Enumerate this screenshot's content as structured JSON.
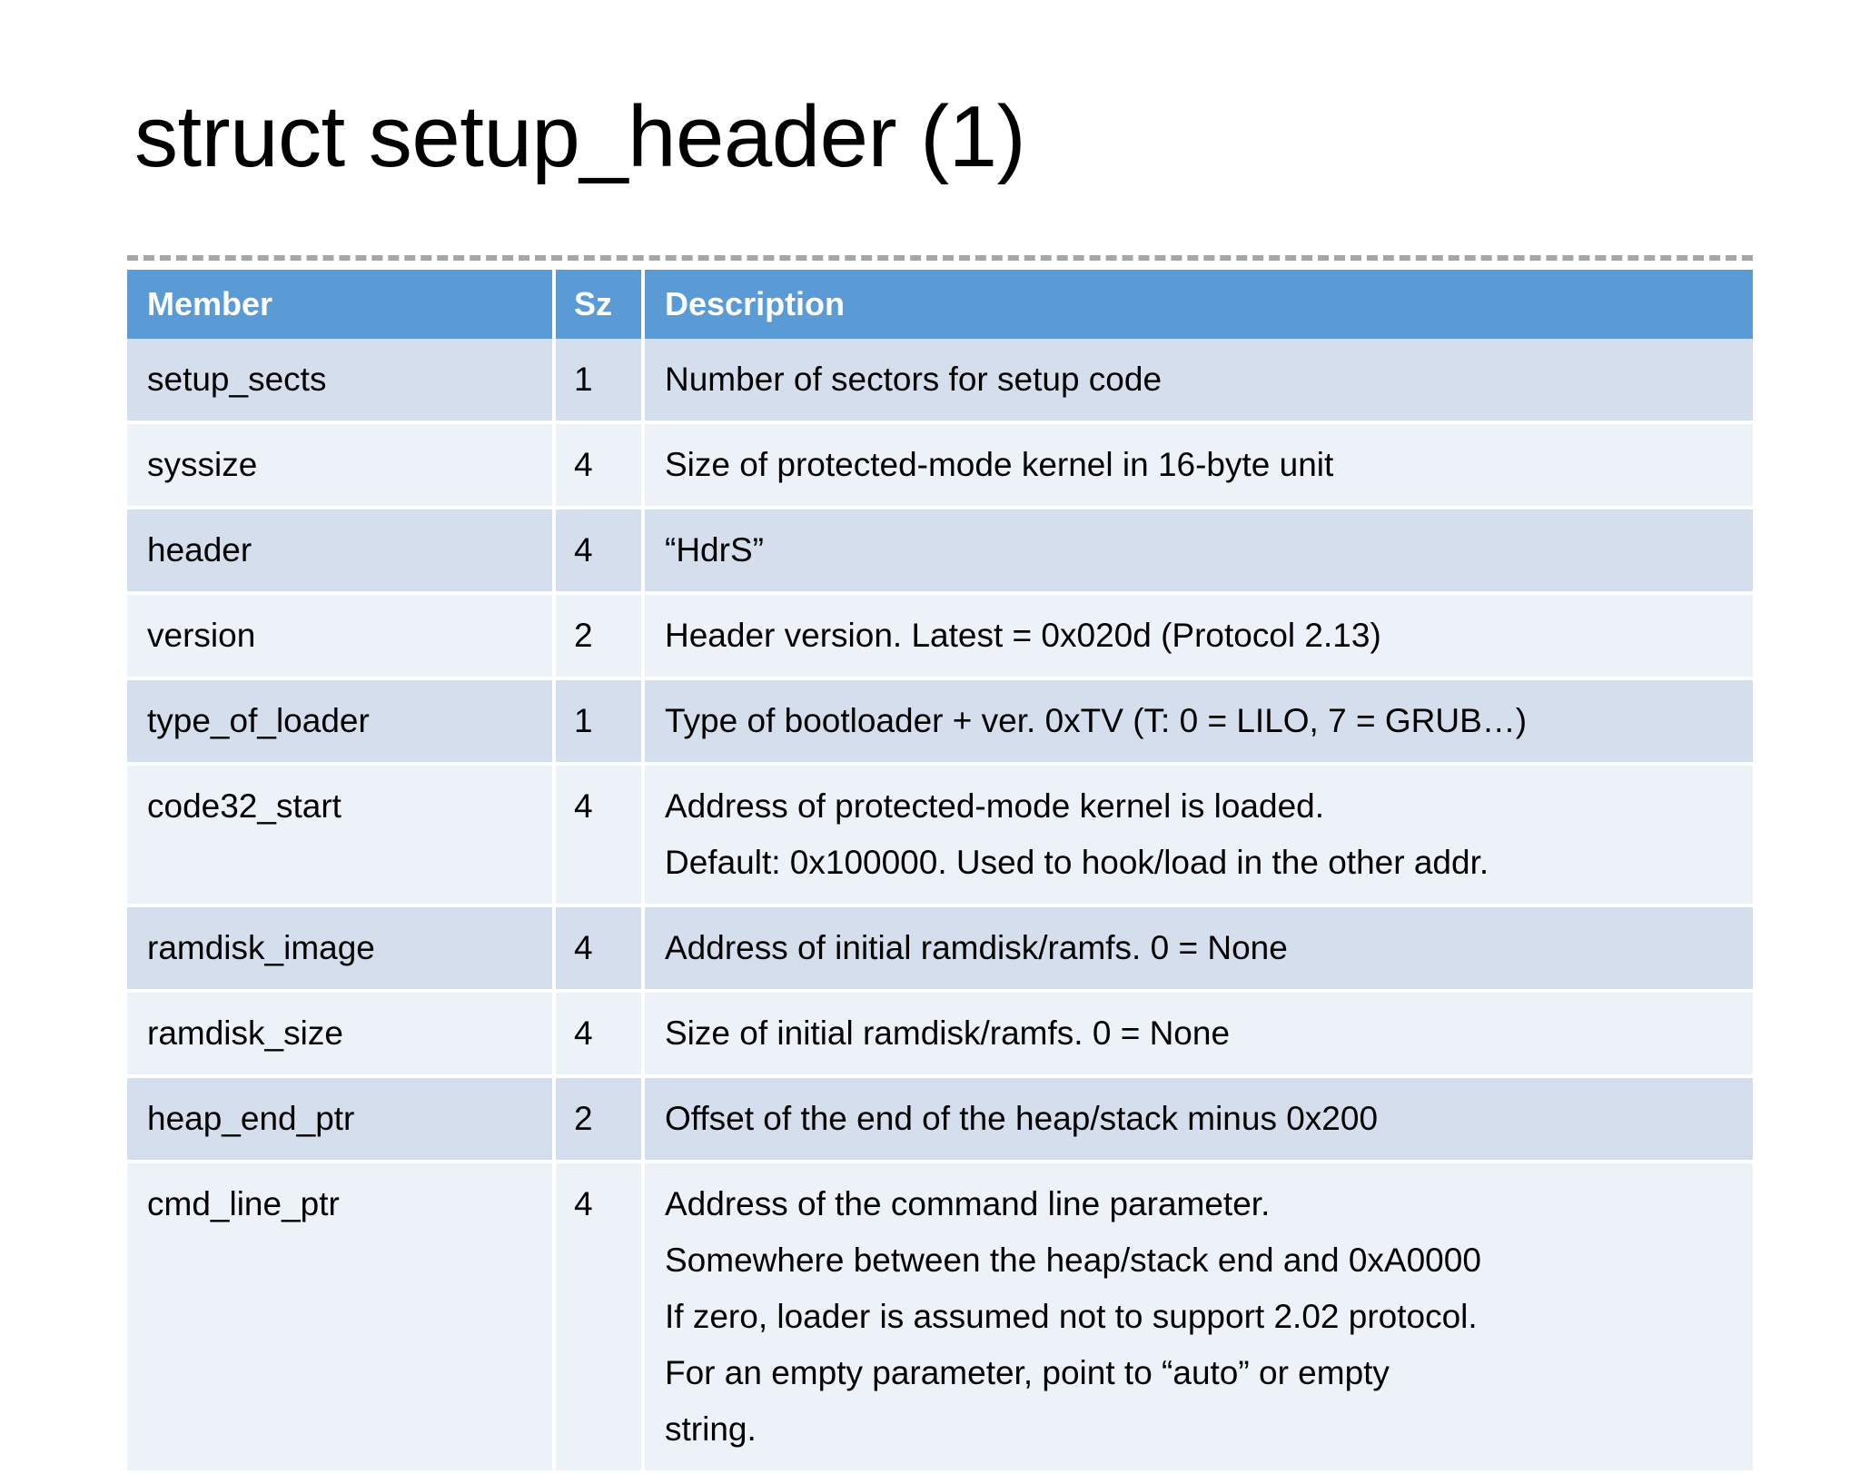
{
  "slide": {
    "title": "struct setup_header (1)",
    "accent_color": "#5B9BD5",
    "row_band_dark": "#D5DEEC",
    "row_band_light": "#EDF1F8",
    "divider_color": "#A6A6A6",
    "background": "#FFFFFF"
  },
  "table": {
    "columns": [
      {
        "key": "member",
        "label": "Member"
      },
      {
        "key": "sz",
        "label": "Sz"
      },
      {
        "key": "description",
        "label": "Description"
      }
    ],
    "rows": [
      {
        "member": "setup_sects",
        "sz": "1",
        "description_lines": [
          "Number of sectors for setup code"
        ]
      },
      {
        "member": "syssize",
        "sz": "4",
        "description_lines": [
          "Size of protected-mode kernel in 16-byte unit"
        ]
      },
      {
        "member": "header",
        "sz": "4",
        "description_lines": [
          "“HdrS”"
        ]
      },
      {
        "member": "version",
        "sz": "2",
        "description_lines": [
          "Header version. Latest = 0x020d (Protocol 2.13)"
        ]
      },
      {
        "member": "type_of_loader",
        "sz": "1",
        "description_lines": [
          "Type of bootloader + ver. 0xTV (T: 0 = LILO, 7 = GRUB…)"
        ]
      },
      {
        "member": "code32_start",
        "sz": "4",
        "description_lines": [
          "Address of protected-mode kernel is loaded.",
          "Default: 0x100000. Used to hook/load in the other addr."
        ]
      },
      {
        "member": "ramdisk_image",
        "sz": "4",
        "description_lines": [
          "Address of initial ramdisk/ramfs. 0 = None"
        ]
      },
      {
        "member": "ramdisk_size",
        "sz": "4",
        "description_lines": [
          "Size of initial ramdisk/ramfs. 0 = None"
        ]
      },
      {
        "member": "heap_end_ptr",
        "sz": "2",
        "description_lines": [
          "Offset of the end of the heap/stack minus 0x200"
        ]
      },
      {
        "member": "cmd_line_ptr",
        "sz": "4",
        "description_lines": [
          "Address of the command line parameter.",
          "Somewhere between the heap/stack end and 0xA0000",
          "If zero, loader is assumed not to support 2.02 protocol.",
          "For an empty parameter, point to “auto” or empty",
          "string."
        ]
      }
    ]
  }
}
